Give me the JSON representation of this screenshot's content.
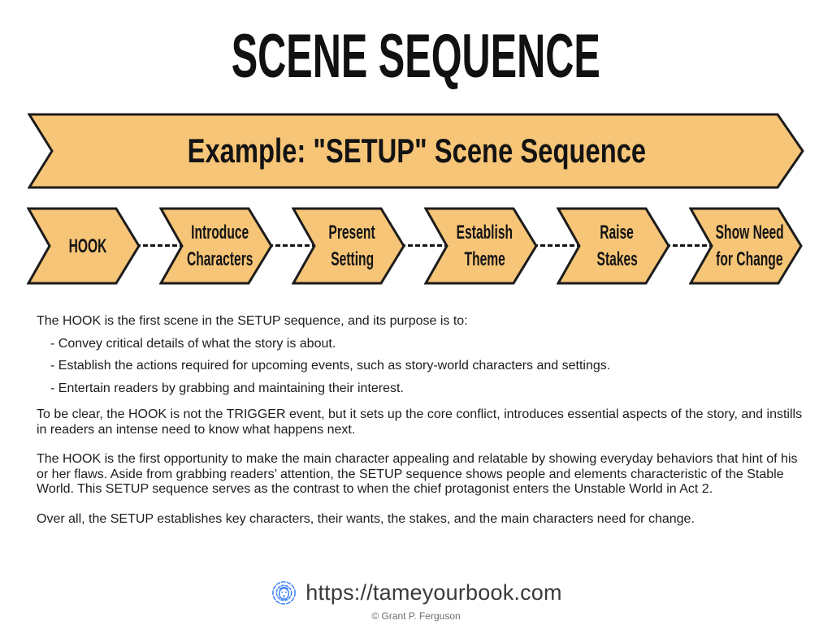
{
  "page": {
    "title": "SCENE SEQUENCE"
  },
  "banner": {
    "label": "Example: \"SETUP\" Scene Sequence"
  },
  "sequence": {
    "steps": [
      {
        "lines": [
          "HOOK"
        ]
      },
      {
        "lines": [
          "Introduce",
          "Characters"
        ]
      },
      {
        "lines": [
          "Present",
          "Setting"
        ]
      },
      {
        "lines": [
          "Establish",
          "Theme"
        ]
      },
      {
        "lines": [
          "Raise",
          "Stakes"
        ]
      },
      {
        "lines": [
          "Show Need",
          "for Change"
        ]
      }
    ]
  },
  "body": {
    "p1": "The HOOK is the first scene in the SETUP sequence, and its purpose is to:",
    "bullets": [
      "- Convey critical details of what the story is about.",
      "- Establish the actions required for upcoming events, such as story-world characters and settings.",
      "- Entertain readers by grabbing and maintaining their interest."
    ],
    "p2": "To be clear, the HOOK is not the TRIGGER event, but it sets up the core conflict, introduces essential aspects of the story, and instills in readers an intense need to know what happens next.",
    "p3": "The HOOK is the first opportunity to make the main character appealing and relatable by showing everyday behaviors that hint of his or her flaws. Aside from grabbing readers’ attention, the SETUP sequence shows people and elements characteristic of the Stable World. This SETUP sequence serves as the contrast to when the chief protagonist enters the Unstable World in Act 2.",
    "p4": "Over all, the SETUP establishes key characters, their wants, the stakes, and the main characters need for change."
  },
  "footer": {
    "url": "https://tameyourbook.com",
    "copyright": "© Grant P. Ferguson",
    "logo": "lion-logo-icon"
  },
  "colors": {
    "shape_fill": "#F7C577",
    "shape_border": "#1C1C1C",
    "text": "#1A1A1A",
    "logo_blue": "#4285F4"
  }
}
